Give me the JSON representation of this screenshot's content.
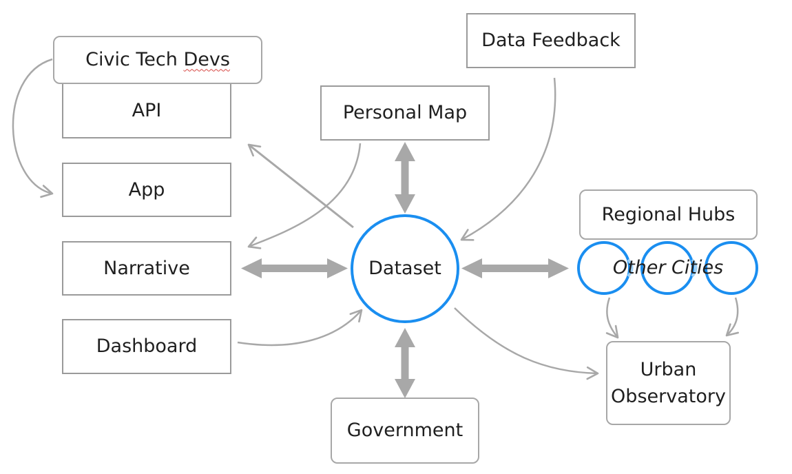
{
  "nodes": {
    "civic_tech_devs": {
      "label_prefix": "Civic Tech ",
      "label_flagged": "Devs"
    },
    "api": {
      "label": "API"
    },
    "app": {
      "label": "App"
    },
    "narrative": {
      "label": "Narrative"
    },
    "dashboard": {
      "label": "Dashboard"
    },
    "personal_map": {
      "label": "Personal Map"
    },
    "data_feedback": {
      "label": "Data Feedback"
    },
    "dataset": {
      "label": "Dataset"
    },
    "regional_hubs": {
      "label": "Regional Hubs"
    },
    "other_cities": {
      "label": "Other Cities"
    },
    "urban_observatory": {
      "line1": "Urban",
      "line2": "Observatory"
    },
    "government": {
      "label": "Government"
    }
  },
  "colors": {
    "box_border": "#9a9a9a",
    "arrow": "#a8a8a8",
    "circle_blue": "#1a8ef0",
    "circle_overlap": "#9fd1f7",
    "spellcheck_underline": "#d64541"
  }
}
